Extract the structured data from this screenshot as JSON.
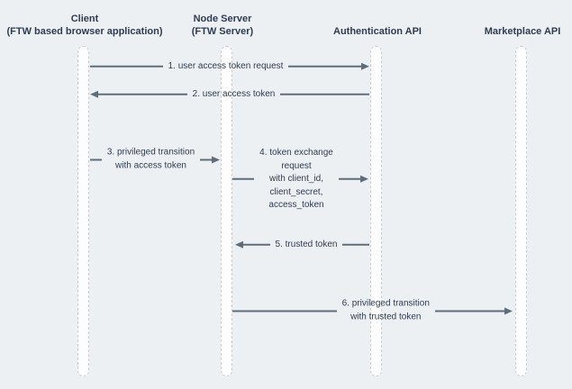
{
  "colors": {
    "background": "#edf0f3",
    "lifeline_fill": "#fdfdfe",
    "lifeline_border": "#c7cdd6",
    "arrow": "#5e6d7c",
    "text": "#2e3c50"
  },
  "participants": [
    {
      "name": "Client",
      "subtitle": "(FTW based browser application)",
      "label": "Client\n(FTW based browser application)"
    },
    {
      "name": "Node Server",
      "subtitle": "(FTW Server)",
      "label": "Node Server\n(FTW Server)"
    },
    {
      "name": "Authentication API",
      "subtitle": "",
      "label": "Authentication API"
    },
    {
      "name": "Marketplace API",
      "subtitle": "",
      "label": "Marketplace API"
    }
  ],
  "messages": [
    {
      "step": 1,
      "from": "Client",
      "to": "Authentication API",
      "direction": "right",
      "label": "1. user access token request"
    },
    {
      "step": 2,
      "from": "Authentication API",
      "to": "Client",
      "direction": "left",
      "label": "2. user access token"
    },
    {
      "step": 3,
      "from": "Client",
      "to": "Node Server",
      "direction": "right",
      "label": "3. privileged transition\nwith access token"
    },
    {
      "step": 4,
      "from": "Node Server",
      "to": "Authentication API",
      "direction": "right",
      "label": "4. token exchange\nrequest\nwith client_id,\nclient_secret,\naccess_token"
    },
    {
      "step": 5,
      "from": "Authentication API",
      "to": "Node Server",
      "direction": "left",
      "label": "5. trusted token"
    },
    {
      "step": 6,
      "from": "Node Server",
      "to": "Marketplace API",
      "direction": "right",
      "label": "6. privileged transition\nwith trusted token"
    }
  ]
}
